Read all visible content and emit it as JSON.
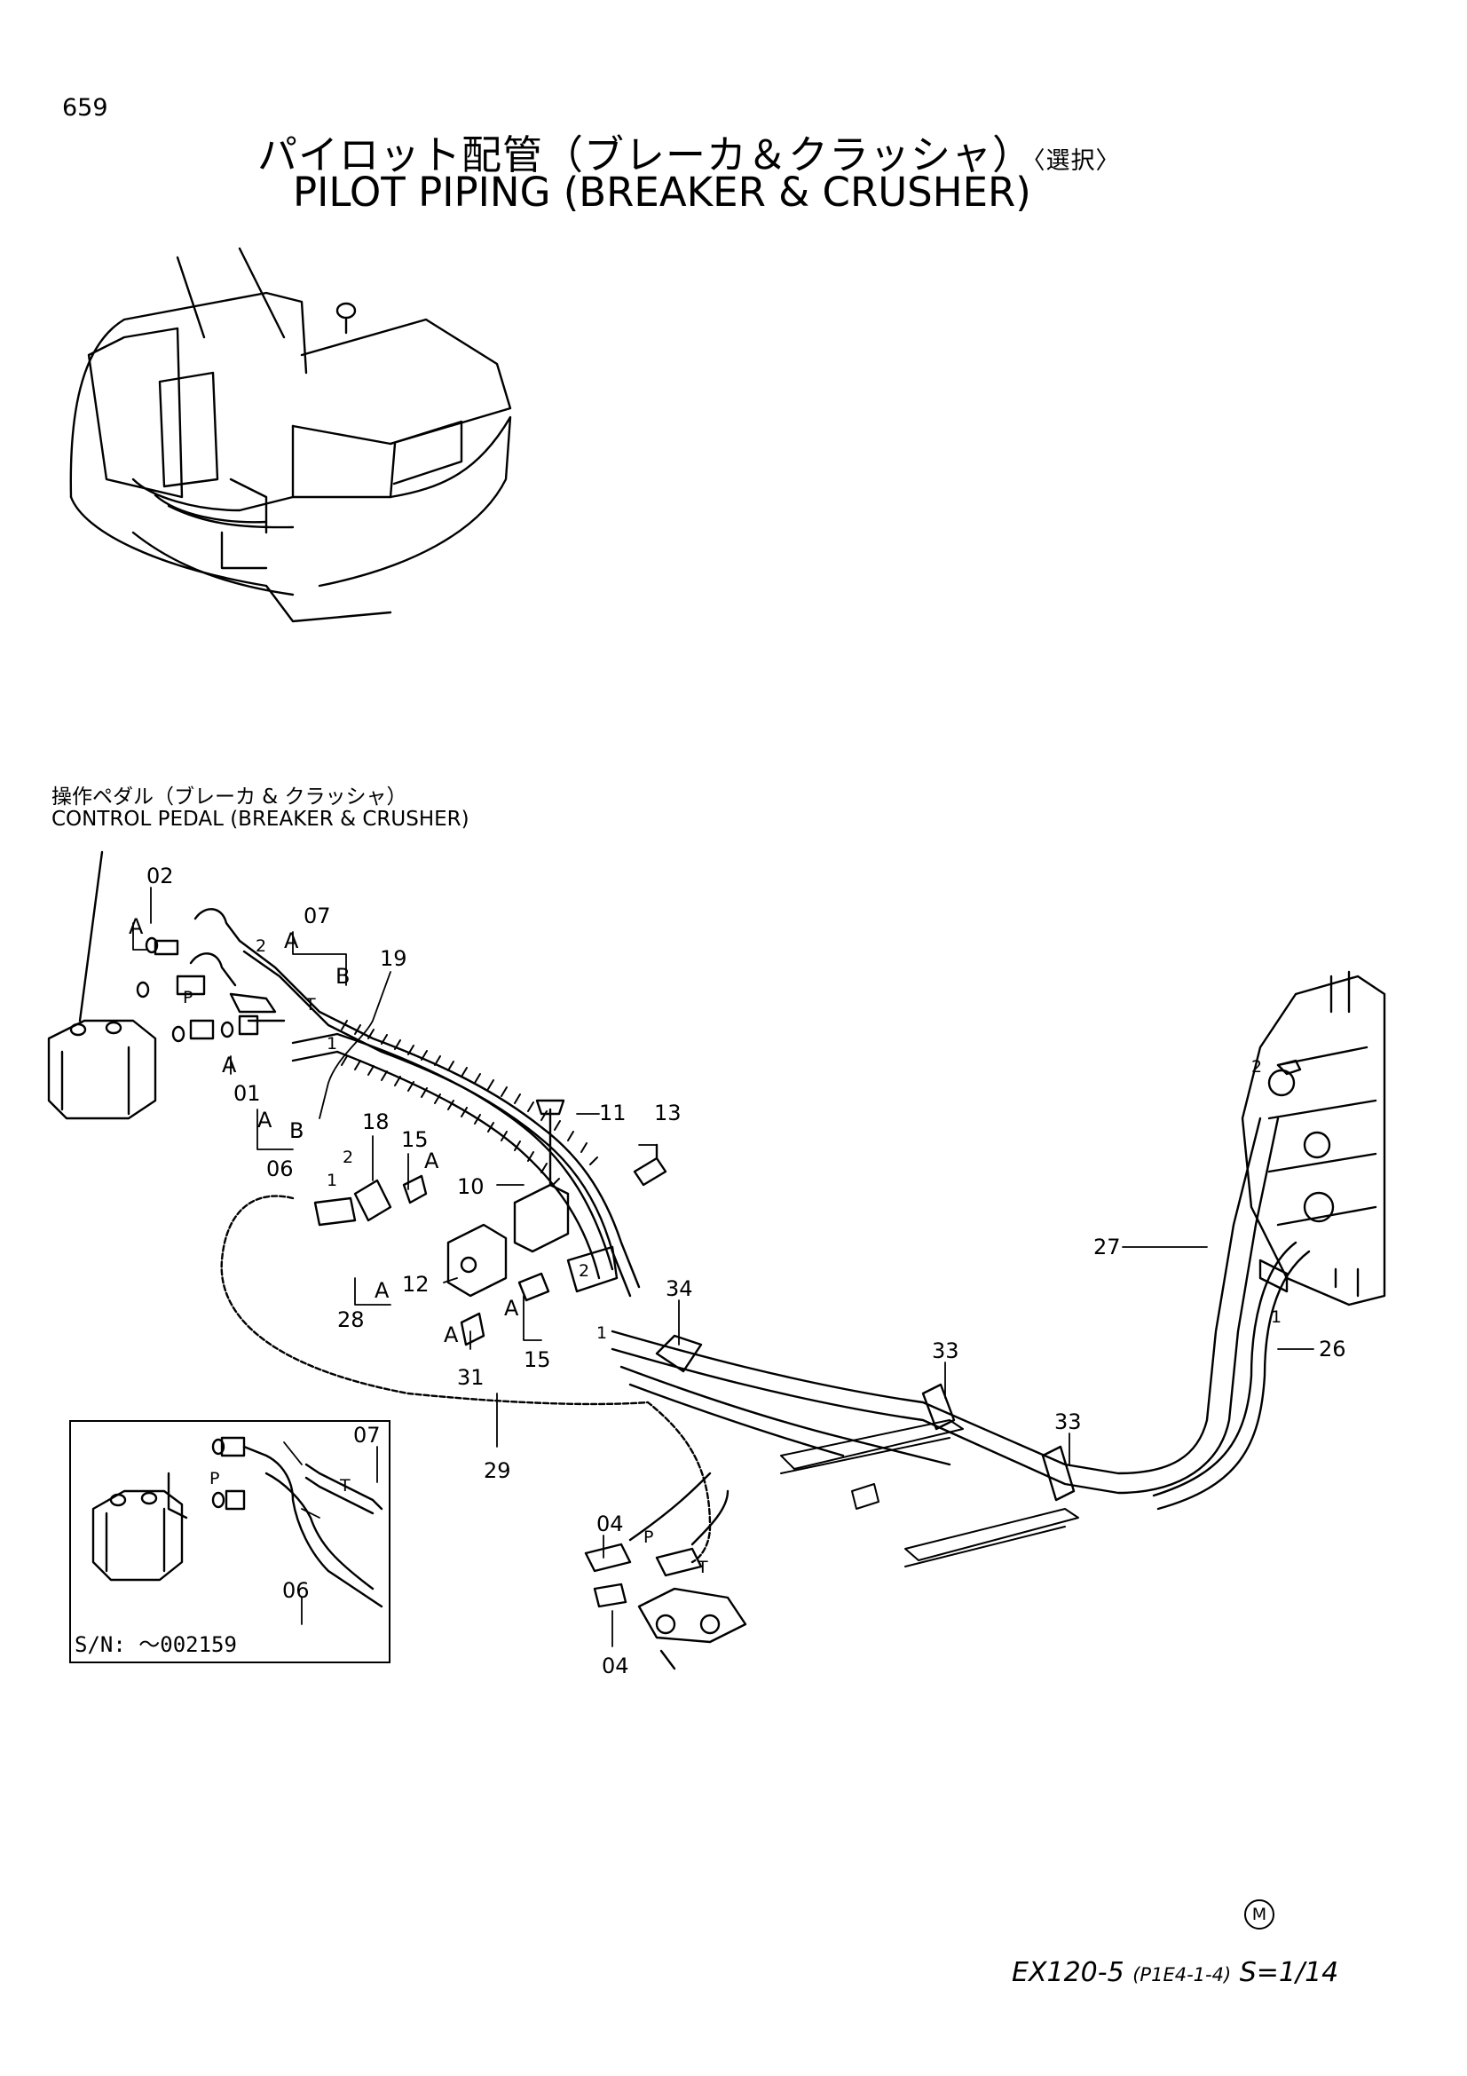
{
  "header": {
    "page_number": "659",
    "title_jp": "パイロット配管（ブレーカ＆クラッシャ）",
    "title_jp_suffix": "〈選択〉",
    "title_en": "PILOT  PIPING  (BREAKER & CRUSHER)"
  },
  "section": {
    "label_jp": "操作ペダル（ブレーカ & クラッシャ）",
    "label_en": "CONTROL  PEDAL   (BREAKER & CRUSHER)"
  },
  "inset": {
    "serial_note": "S/N:  ～002159",
    "callouts": [
      "07",
      "P",
      "T",
      "06"
    ]
  },
  "callouts": {
    "c02": "02",
    "c07": "07",
    "c19": "19",
    "c11": "11",
    "c13": "13",
    "c01": "01",
    "c06": "06",
    "c18": "18",
    "c15a": "15",
    "c10": "10",
    "c12": "12",
    "c28": "28",
    "c31": "31",
    "c15b": "15",
    "c34": "34",
    "c33a": "33",
    "c33b": "33",
    "c29": "29",
    "c04a": "04",
    "c04b": "04",
    "c27": "27",
    "c26": "26",
    "port_a1": "A",
    "port_a2": "A",
    "port_a3": "A",
    "port_a4": "A",
    "port_a5": "A",
    "port_a6": "A",
    "port_a7": "A",
    "port_b1": "B",
    "port_b2": "B",
    "port_p1": "P",
    "port_p2": "P",
    "port_t1": "T",
    "port_t2": "T",
    "n2a": "2",
    "n1a": "1",
    "n2b": "2",
    "n1b": "1",
    "n2c": "2",
    "n1c": "1",
    "n2d": "2",
    "n1d": "1"
  },
  "footer": {
    "mark": "M",
    "model": "EX120-5",
    "code": "(P1E4-1-4)",
    "scale": "S=1/14"
  }
}
